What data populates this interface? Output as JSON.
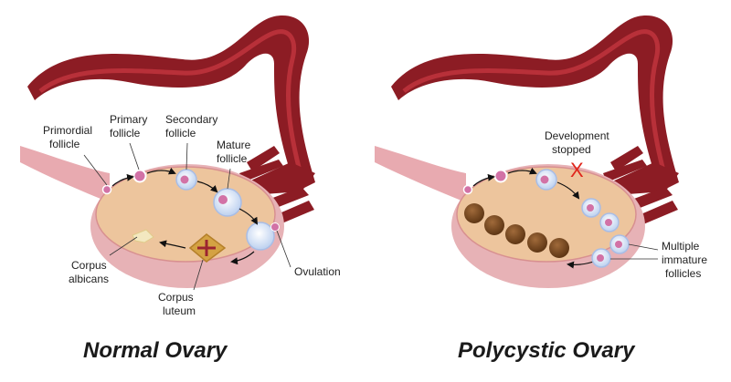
{
  "colors": {
    "tube_outer": "#8c1c24",
    "tube_inner": "#b83039",
    "ligament": "#e8aab0",
    "ovary_base": "#e7b2b6",
    "ovary_top": "#edc59d",
    "follicle_ring": "#c9d9f2",
    "egg": "#d272a6",
    "cyst": "#7a4a22",
    "arrow": "#111111",
    "stop_mark": "#e0261b",
    "leader": "#333333"
  },
  "normal": {
    "caption": "Normal Ovary",
    "labels": {
      "primordial": [
        "Primordial",
        "follicle"
      ],
      "primary": [
        "Primary",
        "follicle"
      ],
      "secondary": [
        "Secondary",
        "follicle"
      ],
      "mature": [
        "Mature",
        "follicle"
      ],
      "ovulation": "Ovulation",
      "albicans": [
        "Corpus",
        "albicans"
      ],
      "luteum": [
        "Corpus",
        "luteum"
      ]
    }
  },
  "polycystic": {
    "caption": "Polycystic Ovary",
    "labels": {
      "stopped": [
        "Development",
        "stopped"
      ],
      "stop_mark": "X",
      "immature": [
        "Multiple",
        "immature",
        "follicles"
      ]
    }
  }
}
